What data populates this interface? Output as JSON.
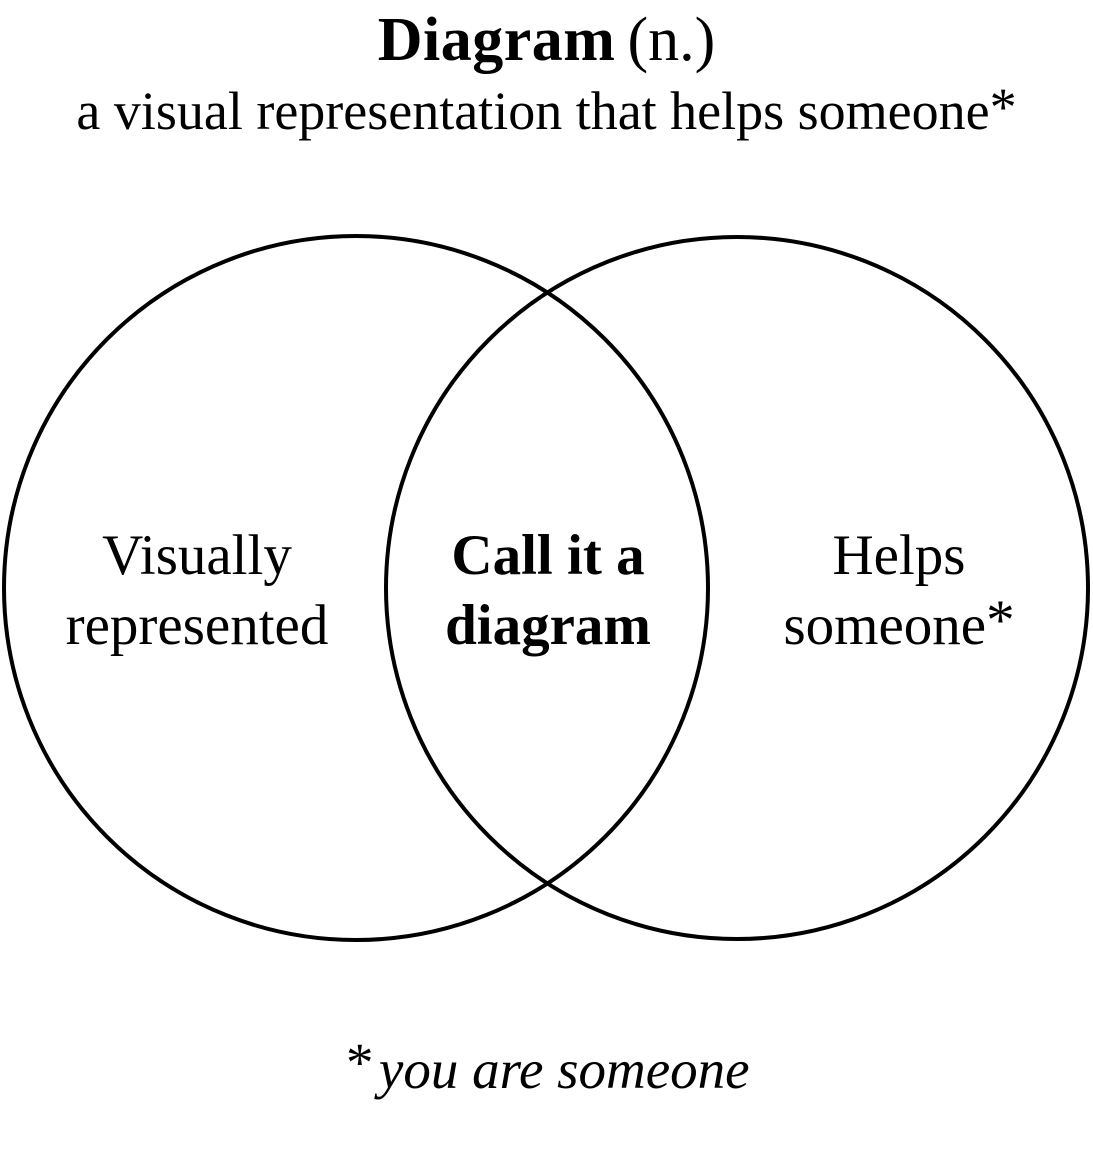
{
  "page": {
    "background_color": "#ffffff",
    "ink_color": "#000000"
  },
  "header": {
    "title_word": "Diagram",
    "title_suffix": "(n.)",
    "subtitle_text": "a visual representation that helps someone",
    "subtitle_asterisk": "*"
  },
  "venn": {
    "stroke_color": "#000000",
    "left_region_label": {
      "line1": "Visually",
      "line2": "represented"
    },
    "intersection_label": {
      "line1": "Call it a",
      "line2": "diagram"
    },
    "right_region_label": {
      "line1": "Helps",
      "line2": "someone",
      "asterisk": "*"
    }
  },
  "footnote": {
    "asterisk": "*",
    "text": "you are someone"
  }
}
